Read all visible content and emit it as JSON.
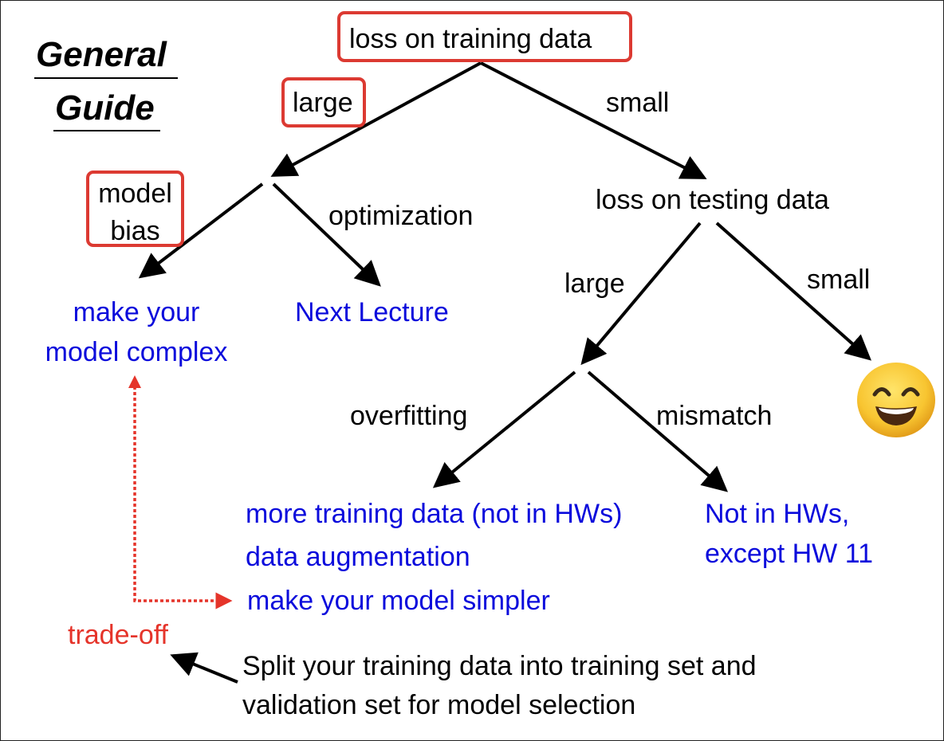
{
  "title": {
    "line1": "General",
    "line2": "Guide"
  },
  "nodes": {
    "root": "loss on training data",
    "train_large": "large",
    "train_small": "small",
    "model_bias_1": "model",
    "model_bias_2": "bias",
    "optimization": "optimization",
    "make_complex_1": "make your",
    "make_complex_2": "model complex",
    "next_lecture": "Next Lecture",
    "test_loss": "loss on testing data",
    "test_large": "large",
    "test_small": "small",
    "overfitting": "overfitting",
    "mismatch": "mismatch",
    "overfit_fix_1": "more training data (not in HWs)",
    "overfit_fix_2": "data augmentation",
    "overfit_fix_3": "make your model simpler",
    "mismatch_fix_1": "Not in HWs,",
    "mismatch_fix_2": "except HW 11",
    "tradeoff": "trade-off",
    "split_1": "Split your training data into training set and",
    "split_2": "validation set for model selection"
  },
  "icons": {
    "result_icon": "smiling-face-emoji"
  },
  "colors": {
    "highlight_box": "#dc3a32",
    "solution_text": "#0b0bdc",
    "tradeoff": "#e5342a",
    "arrow": "#000000"
  }
}
